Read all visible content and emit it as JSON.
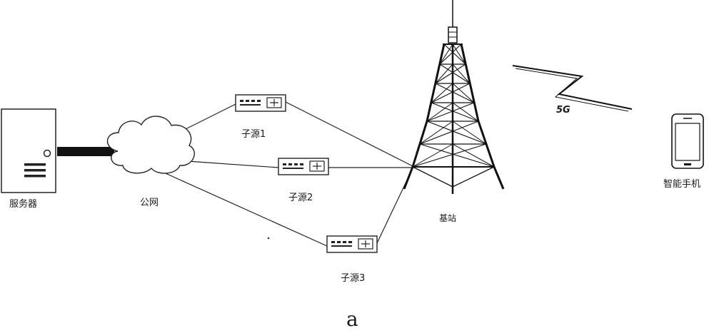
{
  "labels": {
    "server": "服务器",
    "public_network": "公网",
    "subsource_1": "子源1",
    "subsource_2": "子源2",
    "subsource_3": "子源3",
    "base_station": "基站",
    "signal": "5G",
    "smartphone": "智能手机",
    "figure": "a"
  }
}
